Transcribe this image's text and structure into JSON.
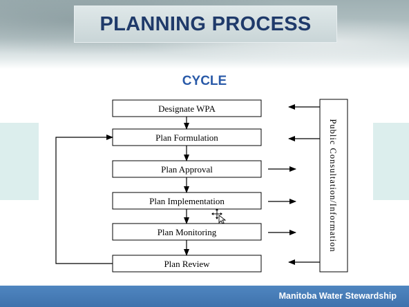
{
  "slide": {
    "title": "PLANNING PROCESS",
    "subtitle": "CYCLE",
    "footer": "Manitoba Water Stewardship"
  },
  "diagram": {
    "steps": [
      "Designate WPA",
      "Plan Formulation",
      "Plan Approval",
      "Plan Implementation",
      "Plan Monitoring",
      "Plan Review"
    ],
    "side_box_label": "Public Consultation/Information"
  },
  "colors": {
    "title_text": "#1f3a6a",
    "subtitle_text": "#2a5aa8",
    "footer_bar": "#4a7fbb",
    "band": "#dceeed"
  }
}
